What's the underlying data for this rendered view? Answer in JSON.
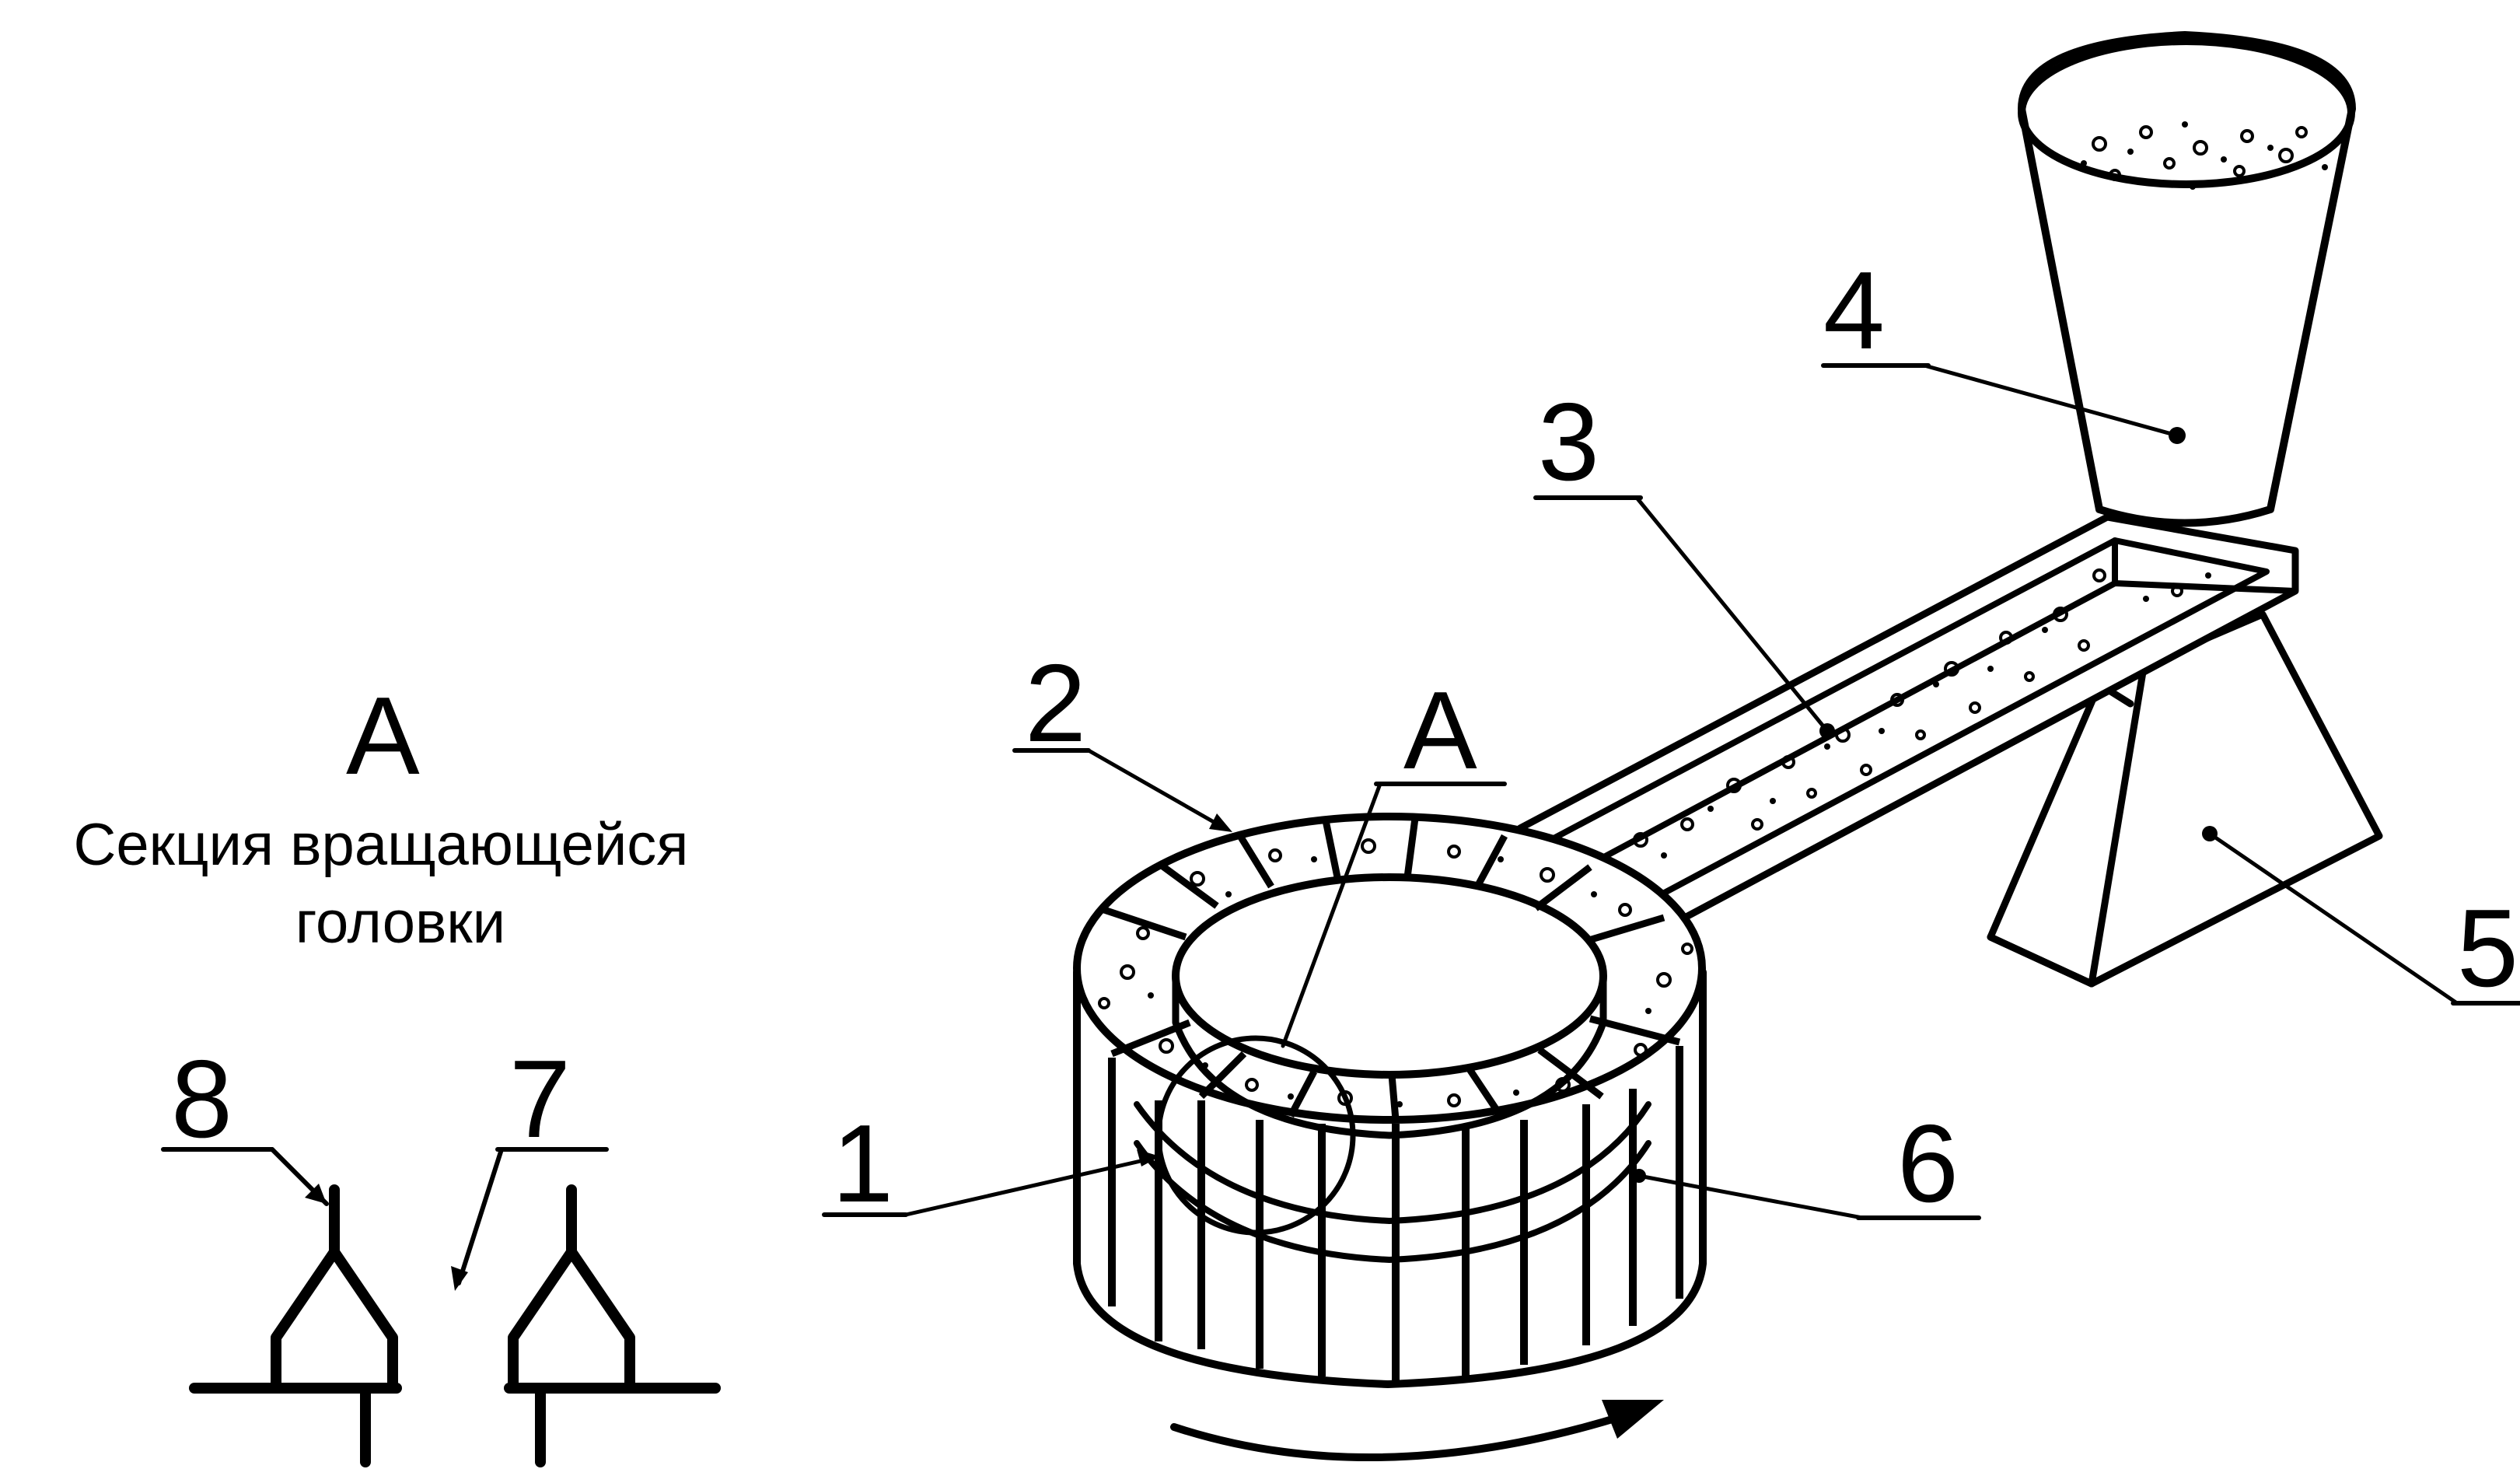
{
  "section": {
    "letter": "А",
    "caption_line1": "Секция вращающейся",
    "caption_line2": "головки"
  },
  "labels": {
    "l1": "1",
    "l2": "2",
    "l3": "3",
    "l4": "4",
    "l5": "5",
    "l6": "6",
    "l7": "7",
    "l8": "8",
    "detail": "А"
  },
  "colors": {
    "ink": "#000000",
    "background": "#ffffff"
  }
}
